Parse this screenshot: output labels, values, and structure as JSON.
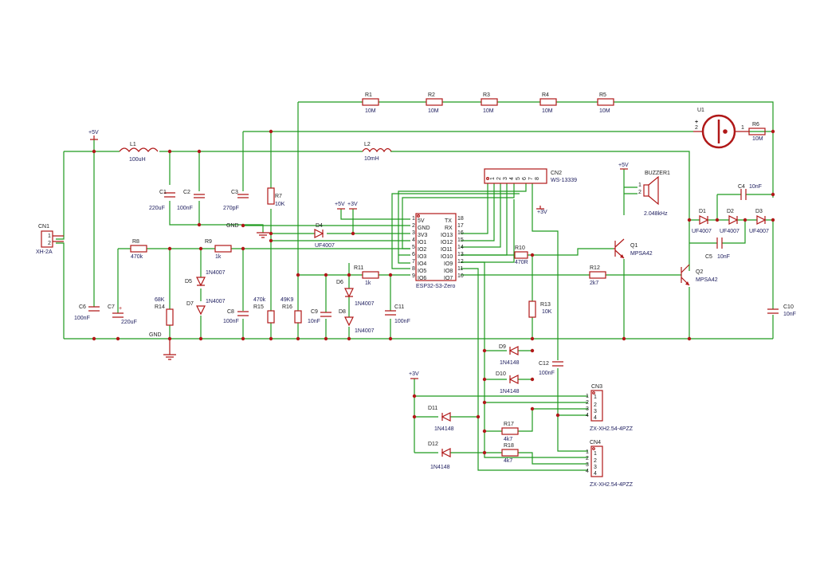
{
  "connectors": {
    "cn1": {
      "ref": "CN1",
      "value": "XH-2A",
      "pins": [
        "1",
        "2"
      ]
    },
    "cn2": {
      "ref": "CN2",
      "value": "WS-13339",
      "pins": [
        "1",
        "2",
        "3",
        "4",
        "5",
        "6",
        "7",
        "8"
      ]
    },
    "cn3": {
      "ref": "CN3",
      "value": "ZX-XH2.54-4PZZ",
      "pins": [
        "1",
        "2",
        "3",
        "4"
      ]
    },
    "cn4": {
      "ref": "CN4",
      "value": "ZX-XH2.54-4PZZ",
      "pins": [
        "1",
        "2",
        "3",
        "4"
      ]
    }
  },
  "module": {
    "name": "ESP32-S3-Zero",
    "left_pins": [
      "5V",
      "GND",
      "3V3",
      "IO1",
      "IO2",
      "IO3",
      "IO4",
      "IO5",
      "IO6"
    ],
    "left_nums": [
      "1",
      "2",
      "3",
      "4",
      "5",
      "6",
      "7",
      "8",
      "9"
    ],
    "right_pins": [
      "TX",
      "RX",
      "IO13",
      "IO12",
      "IO11",
      "IO10",
      "IO9",
      "IO8",
      "IO7"
    ],
    "right_nums": [
      "18",
      "17",
      "16",
      "15",
      "14",
      "13",
      "12",
      "11",
      "10"
    ]
  },
  "resistors": {
    "r1": {
      "ref": "R1",
      "value": "10M"
    },
    "r2": {
      "ref": "R2",
      "value": "10M"
    },
    "r3": {
      "ref": "R3",
      "value": "10M"
    },
    "r4": {
      "ref": "R4",
      "value": "10M"
    },
    "r5": {
      "ref": "R5",
      "value": "10M"
    },
    "r6": {
      "ref": "R6",
      "value": "10M"
    },
    "r7": {
      "ref": "R7",
      "value": "10K"
    },
    "r8": {
      "ref": "R8",
      "value": "470k"
    },
    "r9": {
      "ref": "R9",
      "value": "1k"
    },
    "r10": {
      "ref": "R10",
      "value": "470R"
    },
    "r11": {
      "ref": "R11",
      "value": "1k"
    },
    "r12": {
      "ref": "R12",
      "value": "2k7"
    },
    "r13": {
      "ref": "R13",
      "value": "10K"
    },
    "r14": {
      "ref": "R14",
      "value": "68K"
    },
    "r15": {
      "ref": "R15",
      "value": "470k"
    },
    "r16": {
      "ref": "R16",
      "value": "49K9"
    },
    "r17": {
      "ref": "R17",
      "value": "4k7"
    },
    "r18": {
      "ref": "R18",
      "value": "4k7"
    }
  },
  "capacitors": {
    "c1": {
      "ref": "C1",
      "value": "220uF"
    },
    "c2": {
      "ref": "C2",
      "value": "100nF"
    },
    "c3": {
      "ref": "C3",
      "value": "270pF"
    },
    "c4": {
      "ref": "C4",
      "value": "10nF"
    },
    "c5": {
      "ref": "C5",
      "value": "10nF"
    },
    "c6": {
      "ref": "C6",
      "value": "100nF"
    },
    "c7": {
      "ref": "C7",
      "value": "220uF"
    },
    "c8": {
      "ref": "C8",
      "value": "100nF"
    },
    "c9": {
      "ref": "C9",
      "value": "10nF"
    },
    "c10": {
      "ref": "C10",
      "value": "10nF"
    },
    "c11": {
      "ref": "C11",
      "value": "100nF"
    },
    "c12": {
      "ref": "C12",
      "value": "100nF"
    }
  },
  "inductors": {
    "l1": {
      "ref": "L1",
      "value": "100uH"
    },
    "l2": {
      "ref": "L2",
      "value": "10mH"
    }
  },
  "diodes": {
    "d1": {
      "ref": "D1",
      "value": "UF4007"
    },
    "d2": {
      "ref": "D2",
      "value": "UF4007"
    },
    "d3": {
      "ref": "D3",
      "value": "UF4007"
    },
    "d4": {
      "ref": "D4",
      "value": "UF4007"
    },
    "d5": {
      "ref": "D5",
      "value": "1N4007"
    },
    "d6": {
      "ref": "D6",
      "value": "1N4007"
    },
    "d7": {
      "ref": "D7",
      "value": "1N4007"
    },
    "d8": {
      "ref": "D8",
      "value": "1N4007"
    },
    "d9": {
      "ref": "D9",
      "value": "1N4148"
    },
    "d10": {
      "ref": "D10",
      "value": "1N4148"
    },
    "d11": {
      "ref": "D11",
      "value": "1N4148"
    },
    "d12": {
      "ref": "D12",
      "value": "1N4148"
    }
  },
  "transistors": {
    "q1": {
      "ref": "Q1",
      "value": "MPSA42"
    },
    "q2": {
      "ref": "Q2",
      "value": "MPSA42"
    }
  },
  "tube": {
    "ref": "U1",
    "pin_plus": "+",
    "pin2": "2",
    "pin1": "1"
  },
  "buzzer": {
    "ref": "BUZZER1",
    "value": "2.048kHz",
    "pin1": "1",
    "pin2": "2"
  },
  "nets": {
    "v5": "+5V",
    "v3": "+3V",
    "gnd": "GND"
  }
}
